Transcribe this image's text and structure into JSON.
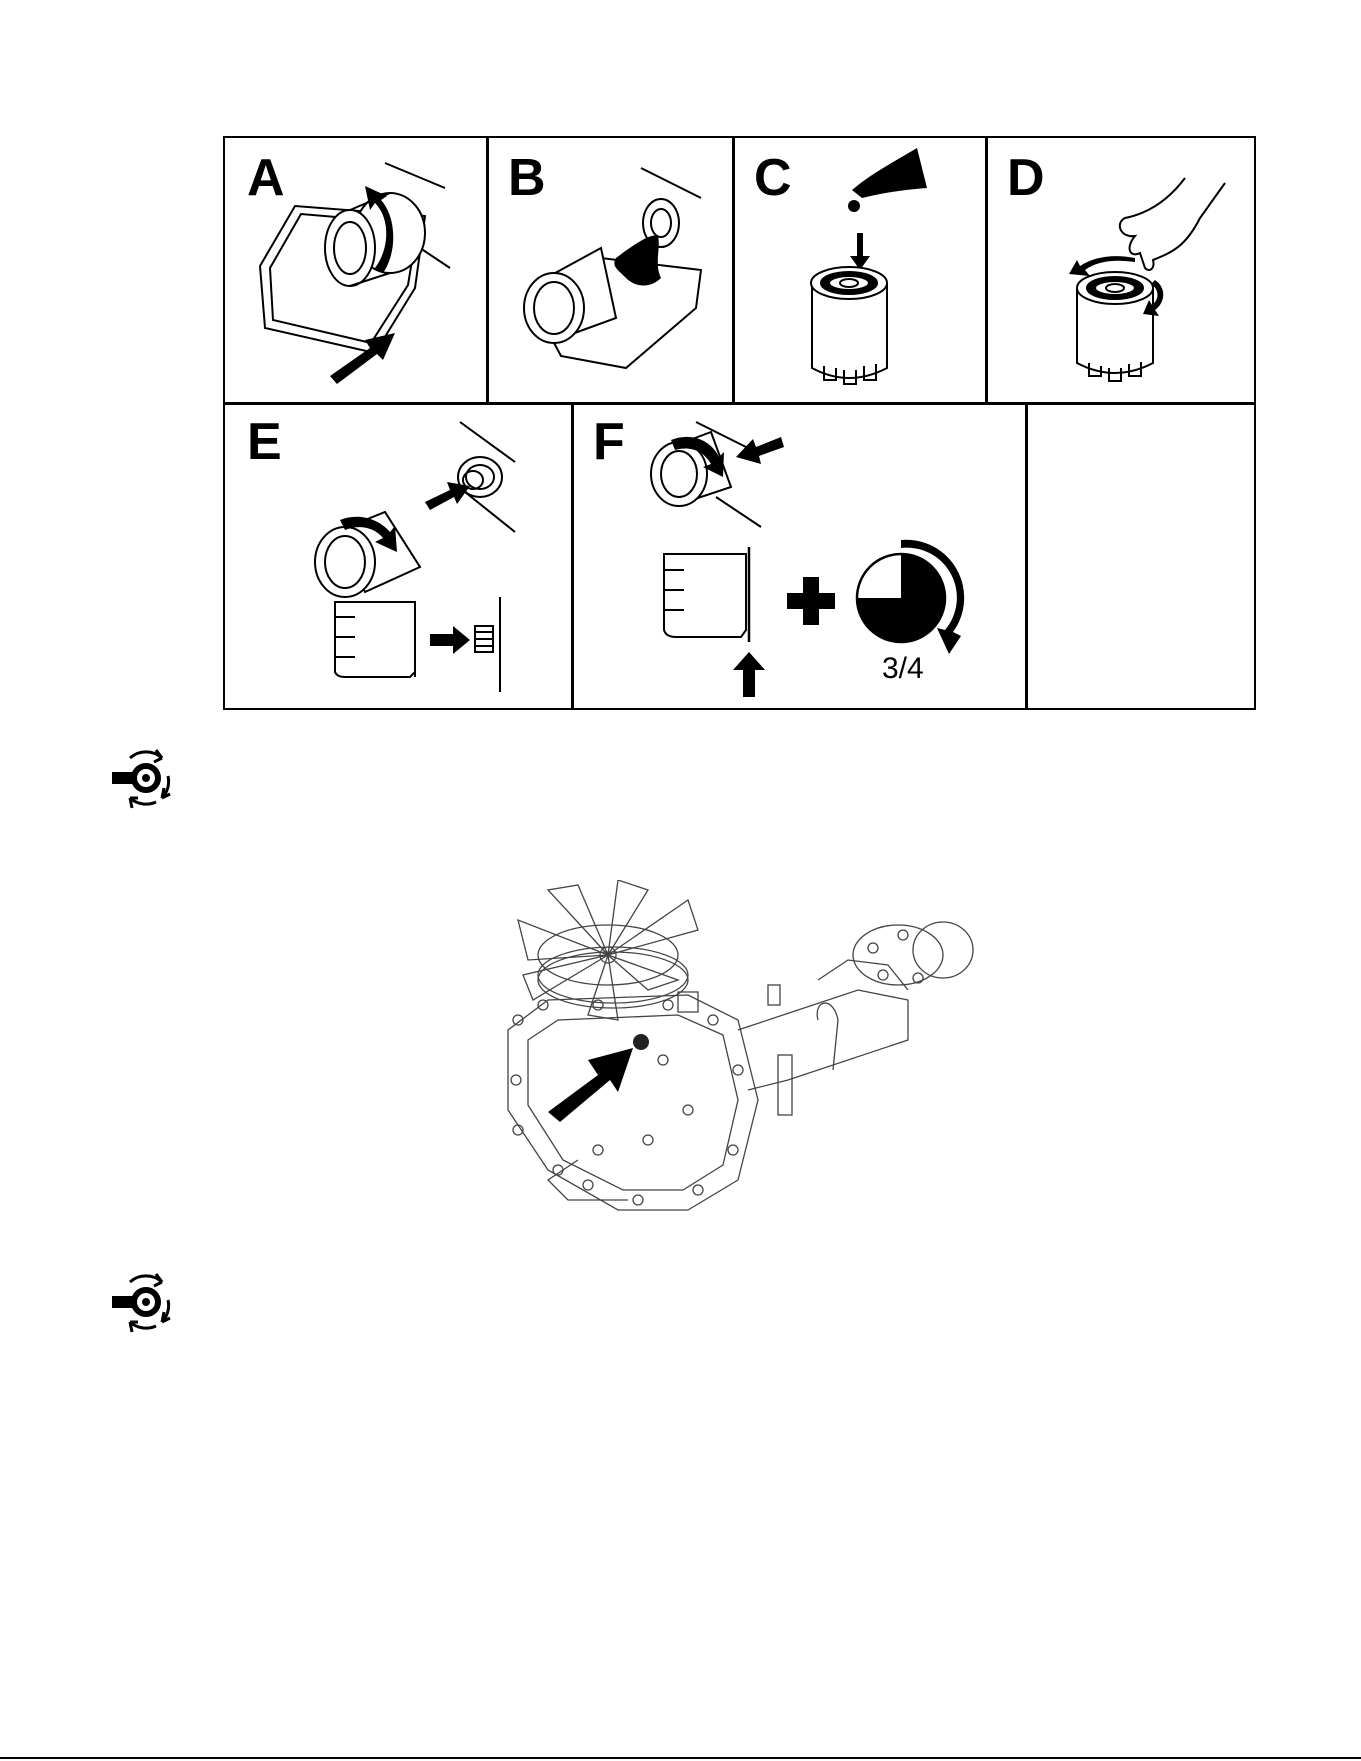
{
  "steps": {
    "a": {
      "letter": "A"
    },
    "b": {
      "letter": "B"
    },
    "c": {
      "letter": "C"
    },
    "d": {
      "letter": "D"
    },
    "e": {
      "letter": "E"
    },
    "f": {
      "letter": "F",
      "fraction": "3/4"
    }
  },
  "icons": {
    "service_icon_1": "service-interval-icon",
    "service_icon_2": "service-interval-icon"
  },
  "figure": {
    "name": "transmission-illustration"
  }
}
